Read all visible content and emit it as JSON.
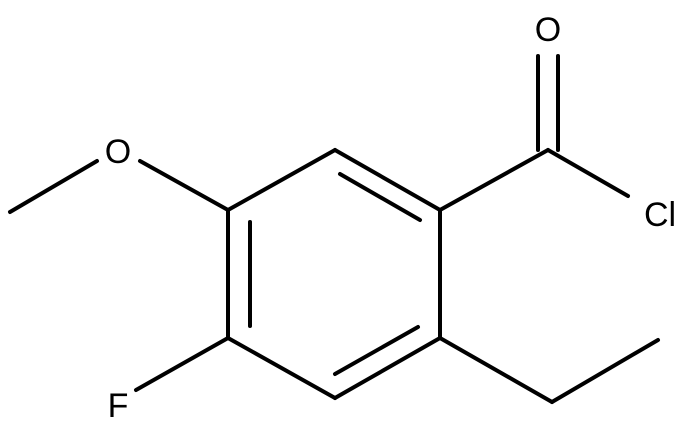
{
  "molecule": {
    "atoms": {
      "oxygen_carbonyl": "O",
      "chlorine": "Cl",
      "oxygen_methoxy": "O",
      "fluorine": "F"
    }
  },
  "colors": {
    "bond": "#000000",
    "label": "#000000",
    "background": "#ffffff"
  }
}
